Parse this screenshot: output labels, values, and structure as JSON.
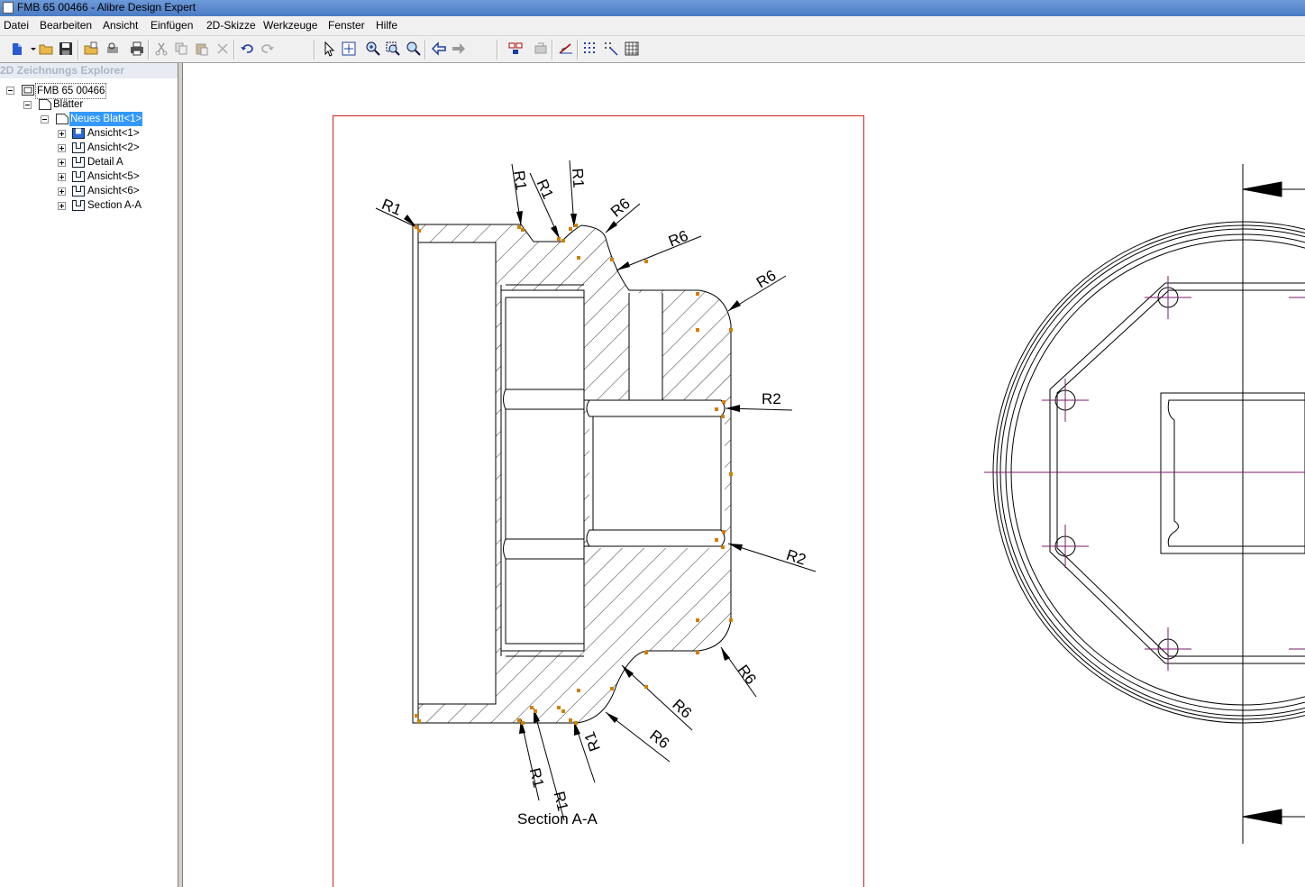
{
  "window": {
    "title": "FMB 65  00466 - Alibre Design Expert"
  },
  "menu": [
    "Datei",
    "Bearbeiten",
    "Ansicht",
    "Einfügen",
    "2D-Skizze",
    "Werkzeuge",
    "Fenster",
    "Hilfe"
  ],
  "toolbar_icons": [
    "new-icon",
    "open-folder-icon",
    "save-icon",
    "open-icon",
    "print-preview-icon",
    "print-icon",
    "cut-icon",
    "copy-icon",
    "paste-icon",
    "delete-icon",
    "undo-icon",
    "redo-icon",
    "select-arrow-icon",
    "select-window-icon",
    "zoom-in-icon",
    "zoom-window-icon",
    "zoom-fit-icon",
    "back-icon",
    "forward-icon",
    "views-icon",
    "hide-icon",
    "measure-icon",
    "grid-icon",
    "snap-grid-icon",
    "table-grid-icon"
  ],
  "explorer": {
    "title": "2D Zeichnungs Explorer",
    "root": "FMB 65  00466",
    "sheets": "Blätter",
    "sheet": "Neues Blatt<1>",
    "views": [
      "Ansicht<1>",
      "Ansicht<2>",
      "Detail A",
      "Ansicht<5>",
      "Ansicht<6>",
      "Section A-A"
    ]
  },
  "drawing": {
    "section_label": "Section A-A",
    "dims": [
      "R1",
      "R1",
      "R1",
      "R1",
      "R6",
      "R6",
      "R6",
      "R2",
      "R2",
      "R6",
      "R6",
      "R6",
      "R1",
      "R1",
      "R1"
    ]
  },
  "colors": {
    "title_bar": "#4a7bc4",
    "sheet_border": "#cc2222",
    "center_line": "#7a1a6e",
    "point": "#d08000",
    "selection": "#3399ff"
  }
}
